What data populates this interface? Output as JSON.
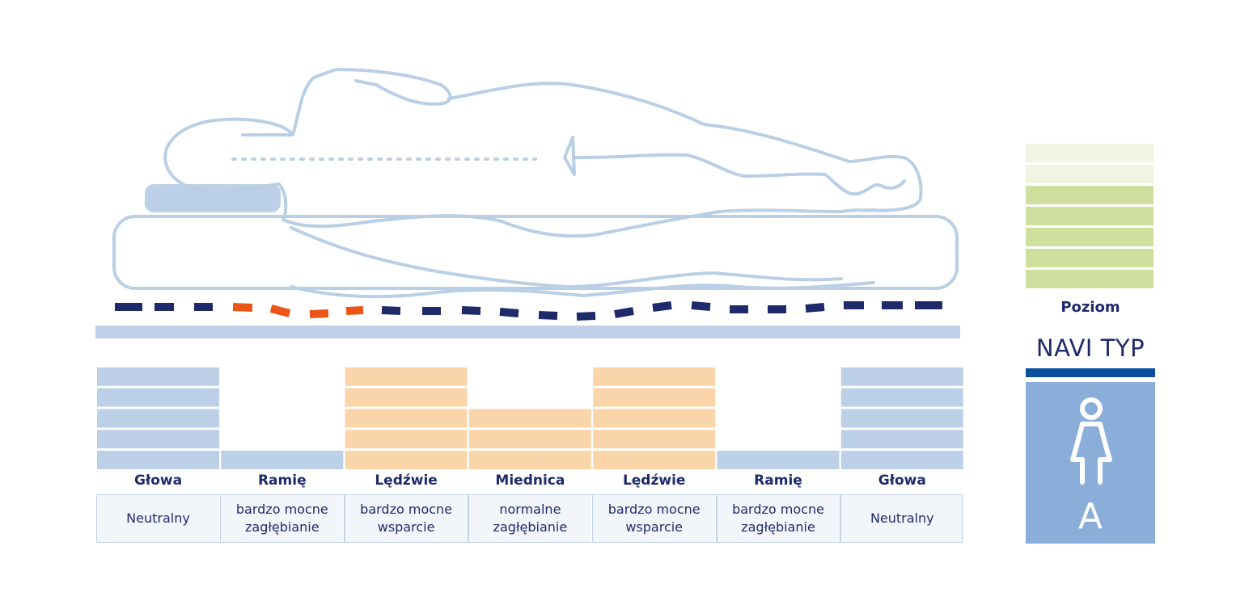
{
  "zones": [
    {
      "label": "Głowa",
      "desc": [
        "Neutralny"
      ],
      "level": 5,
      "kind": "neutral"
    },
    {
      "label": "Ramię",
      "desc": [
        "bardzo mocne",
        "zagłębianie"
      ],
      "level": 1,
      "kind": "neutral"
    },
    {
      "label": "Lędźwie",
      "desc": [
        "bardzo mocne",
        "wsparcie"
      ],
      "level": 5,
      "kind": "support"
    },
    {
      "label": "Miednica",
      "desc": [
        "normalne",
        "zagłębianie"
      ],
      "level": 3,
      "kind": "support"
    },
    {
      "label": "Lędźwie",
      "desc": [
        "bardzo mocne",
        "wsparcie"
      ],
      "level": 5,
      "kind": "support"
    },
    {
      "label": "Ramię",
      "desc": [
        "bardzo mocne",
        "zagłębianie"
      ],
      "level": 1,
      "kind": "neutral"
    },
    {
      "label": "Głowa",
      "desc": [
        "Neutralny"
      ],
      "level": 5,
      "kind": "neutral"
    }
  ],
  "level_scale": {
    "filled": 5,
    "total": 7
  },
  "level_label": "Poziom",
  "navi_title": "NAVI TYP",
  "navi_letter": "A",
  "colors": {
    "outline": "#b9cfe6",
    "neutral_block": "#bcd1e8",
    "support_block": "#fbd5aa",
    "spine_dash": "#1f2a6b",
    "spine_highlight": "#ec5418",
    "base_bar": "#bed1e8",
    "level_filled": "#cedf9e",
    "level_empty": "#f0f5e3",
    "navi_bar": "#0b4f9e",
    "navi_box": "#8aadd9",
    "text": "#1f2a6b"
  }
}
